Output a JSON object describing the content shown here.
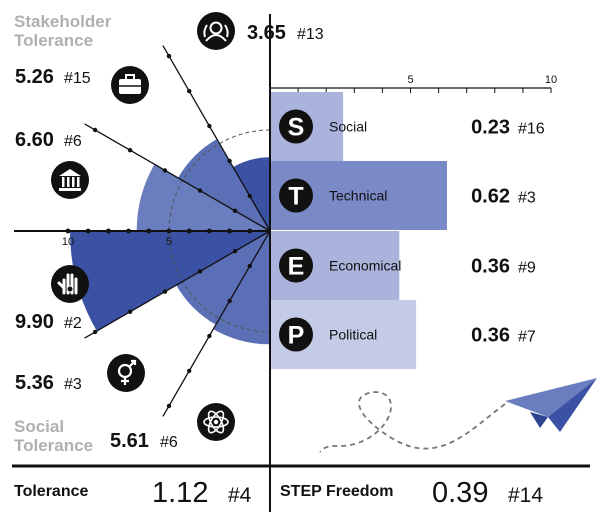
{
  "labels": {
    "stakeholder_tolerance": [
      "Stakeholder",
      "Tolerance"
    ],
    "social_tolerance": [
      "Social",
      "Tolerance"
    ]
  },
  "footer": {
    "left": {
      "label": "Tolerance",
      "value": "1.12",
      "rank": "#4"
    },
    "right": {
      "label": "STEP Freedom",
      "value": "0.39",
      "rank": "#14"
    }
  },
  "colors": {
    "dark_blue": "#3b51a3",
    "mid_blue": "#5b6fb6",
    "light_blue": "#a9b3db",
    "pale_blue": "#c3cbe7",
    "periwinkle": "#7a8ac6",
    "muted_text": "#b0b0b0"
  },
  "chart_data": [
    {
      "type": "polar-area",
      "radial_range": [
        0,
        10
      ],
      "radial_ticks": [
        5,
        10
      ],
      "segments": [
        {
          "icon": "users-icon",
          "value": 3.65,
          "rank": "#13",
          "color": "#3b51a3"
        },
        {
          "icon": "briefcase-icon",
          "value": 5.26,
          "rank": "#15",
          "color": "#5b6fb6"
        },
        {
          "icon": "bank-icon",
          "value": 6.6,
          "rank": "#6",
          "color": "#6a7dbe"
        },
        {
          "icon": "hand-icon",
          "value": 9.9,
          "rank": "#2",
          "color": "#3b51a3"
        },
        {
          "icon": "gender-icon",
          "value": 5.36,
          "rank": "#3",
          "color": "#5b6fb6"
        },
        {
          "icon": "atom-icon",
          "value": 5.61,
          "rank": "#6",
          "color": "#5b6fb6"
        }
      ]
    },
    {
      "type": "bar",
      "orientation": "horizontal",
      "xlim": [
        0,
        10
      ],
      "ticks": [
        5,
        10
      ],
      "bars": [
        {
          "letter": "S",
          "label": "Social",
          "length": 2.6,
          "value": "0.23",
          "rank": "#16",
          "color": "#a9b3db"
        },
        {
          "letter": "T",
          "label": "Technical",
          "length": 6.3,
          "value": "0.62",
          "rank": "#3",
          "color": "#7a8ac6"
        },
        {
          "letter": "E",
          "label": "Economical",
          "length": 4.6,
          "value": "0.36",
          "rank": "#9",
          "color": "#a9b3db"
        },
        {
          "letter": "P",
          "label": "Political",
          "length": 5.2,
          "value": "0.36",
          "rank": "#7",
          "color": "#c3cbe7"
        }
      ]
    }
  ]
}
